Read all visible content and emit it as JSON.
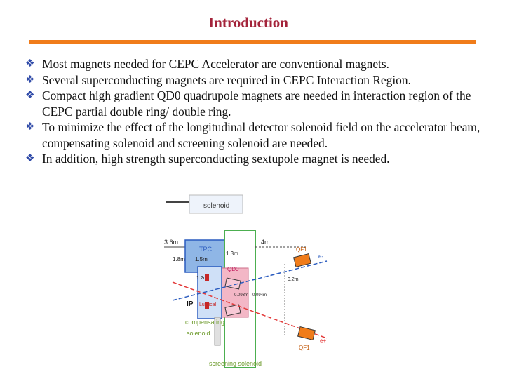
{
  "slide": {
    "title": "Introduction",
    "bullet_icon": "diamond-bullet-icon",
    "bullets": [
      "Most magnets needed for CEPC Accelerator are conventional magnets.",
      "Several superconducting magnets are required in CEPC Interaction Region.",
      "Compact high gradient QD0 quadrupole magnets are needed in interaction region of the CEPC partial double ring/ double ring.",
      "To minimize the effect of the longitudinal detector solenoid field on the accelerator beam, compensating solenoid and screening solenoid are needed.",
      "In addition, high strength superconducting sextupole magnet is needed."
    ]
  },
  "figure": {
    "labels": {
      "solenoid": "solenoid",
      "tpc": "TPC",
      "tpc_len": "1.5m",
      "half_h": "1.8m",
      "det_h": "3.6m",
      "right_len": "1.3m",
      "span": "4m",
      "qf1_top": "QF1",
      "qf1_bot": "QF1",
      "qd0": "QD0",
      "gap": "0.2m",
      "ecal_len": "1.2m",
      "ip": "IP",
      "lumical": "Lumical",
      "dist1": "0.093m",
      "dist2": "0.094m",
      "beam_top": "e-",
      "beam_bot": "e+",
      "comp1": "compensating",
      "comp2": "solenoid",
      "screen": "screening solenoid"
    },
    "colors": {
      "accent_orange": "#f07c1a",
      "title_red": "#a4243b",
      "bullet_blue": "#2f4aa8",
      "label_blue": "#2a5bbf",
      "label_green": "#6c9a2a",
      "beam_red": "#e33a3a"
    }
  }
}
